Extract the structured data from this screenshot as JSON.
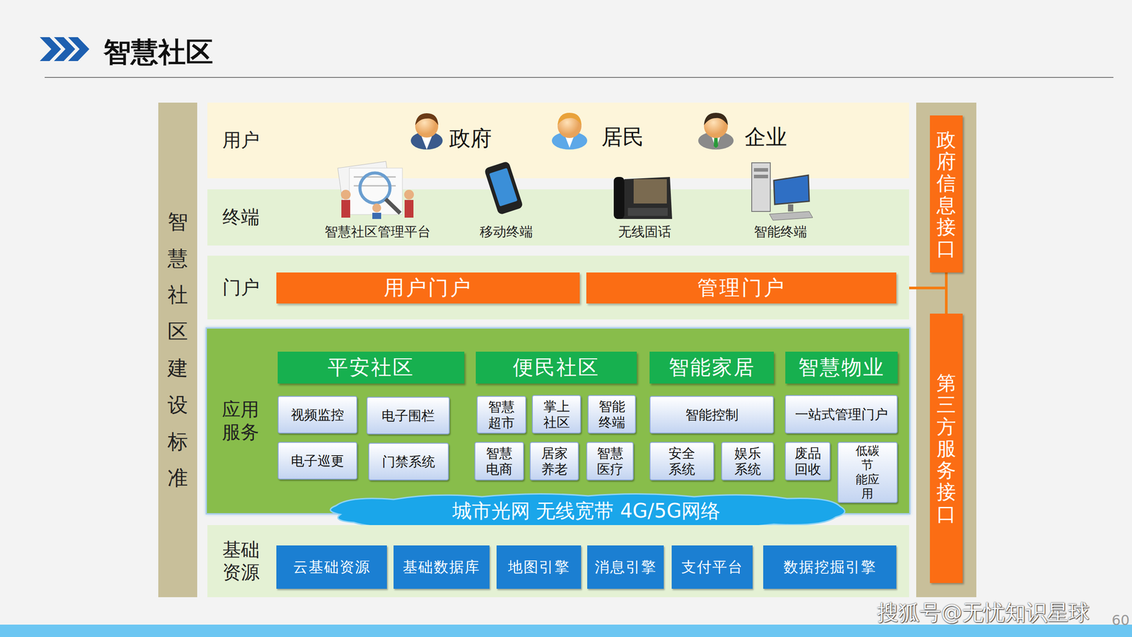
{
  "diagram": {
    "title": "智慧社区",
    "nodes": [
      {
        "text": [
          "智慧社区建设标准"
        ]
      },
      {
        "text": [
          "用户"
        ]
      },
      {
        "text": [
          "终端"
        ]
      },
      {
        "text": [
          "门户"
        ]
      },
      {
        "text": [
          "用户门户"
        ],
        "in": 3
      },
      {
        "text": [
          "管理门户"
        ],
        "in": 3
      },
      {
        "text": [
          "应用 服务"
        ]
      },
      {
        "text": [
          "平安社区"
        ],
        "in": 6
      },
      {
        "text": [
          "视频监控"
        ],
        "in": 6
      },
      {
        "text": [
          "电子围栏"
        ],
        "in": 6
      },
      {
        "text": [
          "电子巡更"
        ],
        "in": 6
      },
      {
        "text": [
          "门禁系统"
        ],
        "in": 6
      },
      {
        "text": [
          "便民社区"
        ],
        "in": 6
      },
      {
        "text": [
          "智慧 超市"
        ],
        "in": 6
      },
      {
        "text": [
          "掌上 社区"
        ],
        "in": 6
      },
      {
        "text": [
          "智能 终端"
        ],
        "in": 6
      },
      {
        "text": [
          "智慧 电商"
        ],
        "in": 6
      },
      {
        "text": [
          "居家 养老"
        ],
        "in": 6
      },
      {
        "text": [
          "智慧 医疗"
        ],
        "in": 6
      },
      {
        "text": [
          "智能家居"
        ],
        "in": 6
      },
      {
        "text": [
          "智能控制"
        ],
        "in": 6
      },
      {
        "text": [
          "安全 系统"
        ],
        "in": 6
      },
      {
        "text": [
          "娱乐 系统"
        ],
        "in": 6
      },
      {
        "text": [
          "智慧物业"
        ],
        "in": 6
      },
      {
        "text": [
          "一站式管理门户"
        ],
        "in": 6
      },
      {
        "text": [
          "废品 回收"
        ],
        "in": 6
      },
      {
        "text": [
          "低碳节 能应用"
        ],
        "in": 6
      },
      {
        "text": [
          "城市光网 无线宽带 4G/5G网络"
        ],
        "in": 6
      },
      {
        "text": [
          "基础 资源"
        ]
      },
      {
        "text": [
          "云基础资源"
        ],
        "in": 28
      },
      {
        "text": [
          "基础数据库"
        ],
        "in": 28
      },
      {
        "text": [
          "地图引擎"
        ],
        "in": 28
      },
      {
        "text": [
          "消息引擎"
        ],
        "in": 28
      },
      {
        "text": [
          "支付平台"
        ],
        "in": 28
      },
      {
        "text": [
          "数据挖掘引擎"
        ],
        "in": 28
      },
      {
        "text": [
          "政府信息接口"
        ]
      },
      {
        "text": [
          "第三方服务接口"
        ]
      }
    ],
    "edges": [
      {
        "from": 5,
        "to": 35,
        "arrow": "none"
      },
      {
        "from": 5,
        "to": 36,
        "arrow": "none"
      }
    ],
    "labels": [
      "政府",
      "居民",
      "企业",
      "智慧社区管理平台",
      "移动终端",
      "无线固话",
      "智能终端",
      "搜狐号@无忧知识星球",
      "60"
    ]
  }
}
